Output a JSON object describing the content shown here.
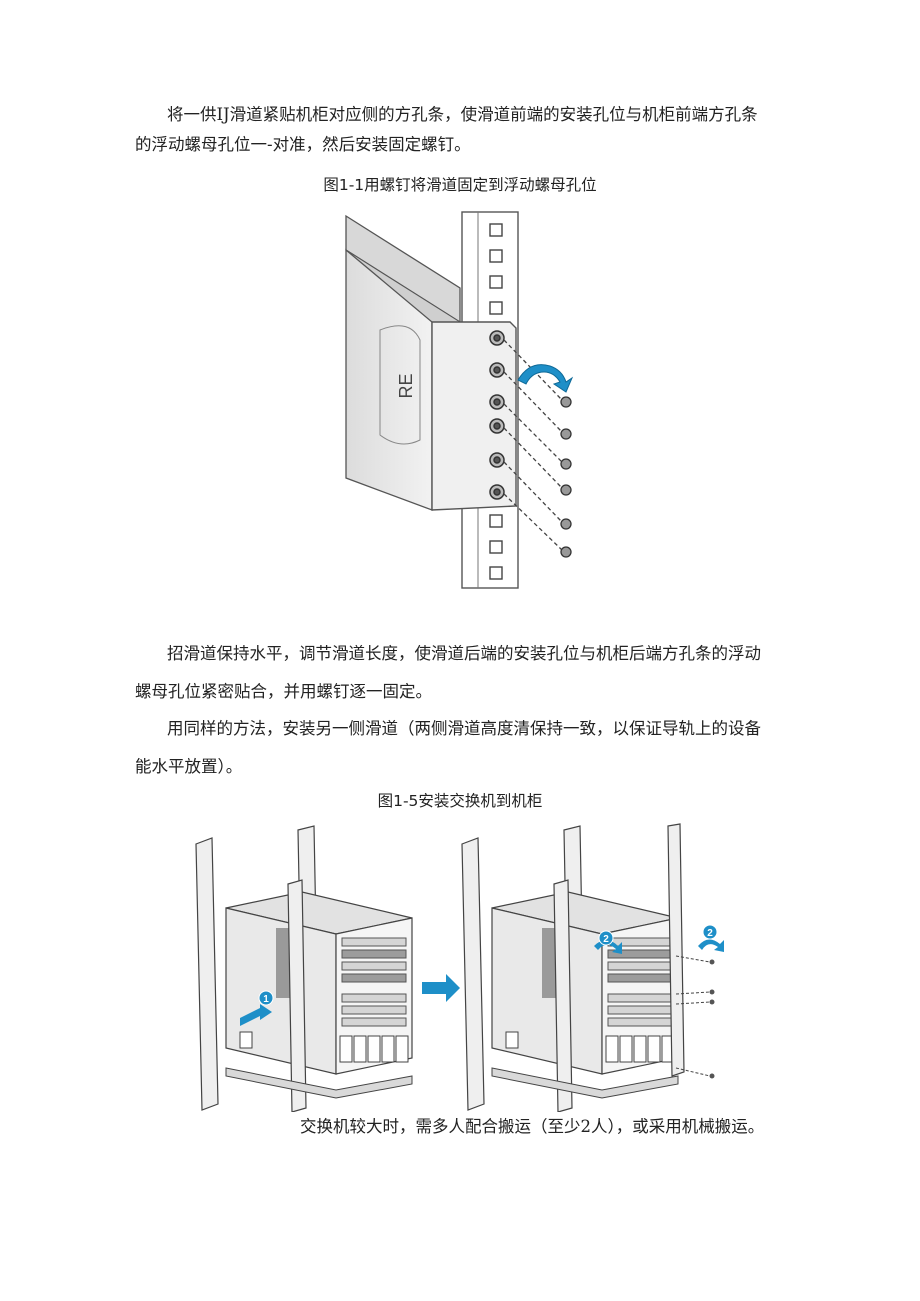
{
  "paragraphs": {
    "p1_line1": "将一供IJ滑道紧贴机柜对应侧的方孔条，使滑道前端的安装孔位与机柜前端方孔条",
    "p1_line2": "的浮动螺母孔位一-对准，然后安装固定螺钉。",
    "p2_line1": "招滑道保持水平，调节滑道长度，使滑道后端的安装孔位与机柜后端方孔条的浮动",
    "p2_line2": "螺母孔位紧密贴合，并用螺钉逐一固定。",
    "p3_line1": "用同样的方法，安装另一侧滑道（两侧滑道高度清保持一致，以保证导轨上的设备",
    "p3_line2": "能水平放置）。",
    "p4": "交换机较大时，需多人配合搬运（至少2人），或采用机械搬运。"
  },
  "figures": {
    "fig1_caption": "图1-1用螺钉将滑道固定到浮动螺母孔位",
    "fig2_caption": "图1-5安装交换机到机柜",
    "fig1_logo": "RE",
    "step1_badge": "1",
    "step2_badge": "2"
  },
  "colors": {
    "arrow_blue": "#1e8fc8",
    "line_gray": "#555555",
    "panel_gray": "#e6e6e6"
  }
}
